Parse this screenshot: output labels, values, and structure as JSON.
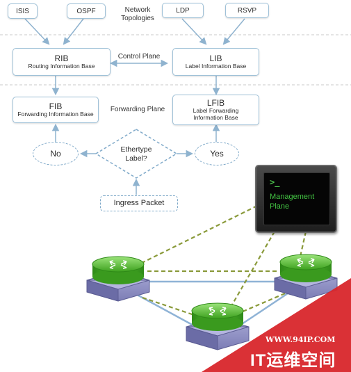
{
  "protocols": {
    "isis": "ISIS",
    "ospf": "OSPF",
    "ldp": "LDP",
    "rsvp": "RSVP"
  },
  "network_topologies": [
    "Network",
    "Topologies"
  ],
  "rib": {
    "title": "RIB",
    "subtitle": "Routing Information Base"
  },
  "lib": {
    "title": "LIB",
    "subtitle": "Label Information Base"
  },
  "fib": {
    "title": "FIB",
    "subtitle": "Forwarding Information Base"
  },
  "lfib": {
    "title": "LFIB",
    "subtitle_line1": "Label Forwarding",
    "subtitle_line2": "Information Base"
  },
  "control_plane": "Control Plane",
  "forwarding_plane": "Forwarding Plane",
  "decision": {
    "line1": "Ethertype",
    "line2": "Label?"
  },
  "no": "No",
  "yes": "Yes",
  "ingress_packet": "Ingress Packet",
  "terminal": {
    "prompt": ">_",
    "line1": "Management",
    "line2": "Plane"
  },
  "watermark": {
    "url": "WWW.94IP.COM",
    "text": "IT运维空间"
  },
  "colors": {
    "box_border": "#9fc1d8",
    "arrow": "#8fb3cf",
    "router_green": "#5cc63a",
    "router_base": "#7e7fb8",
    "link_blue": "#8fb3d6",
    "link_green_dashed": "#8a9a3a",
    "watermark_red": "#d8262b"
  }
}
